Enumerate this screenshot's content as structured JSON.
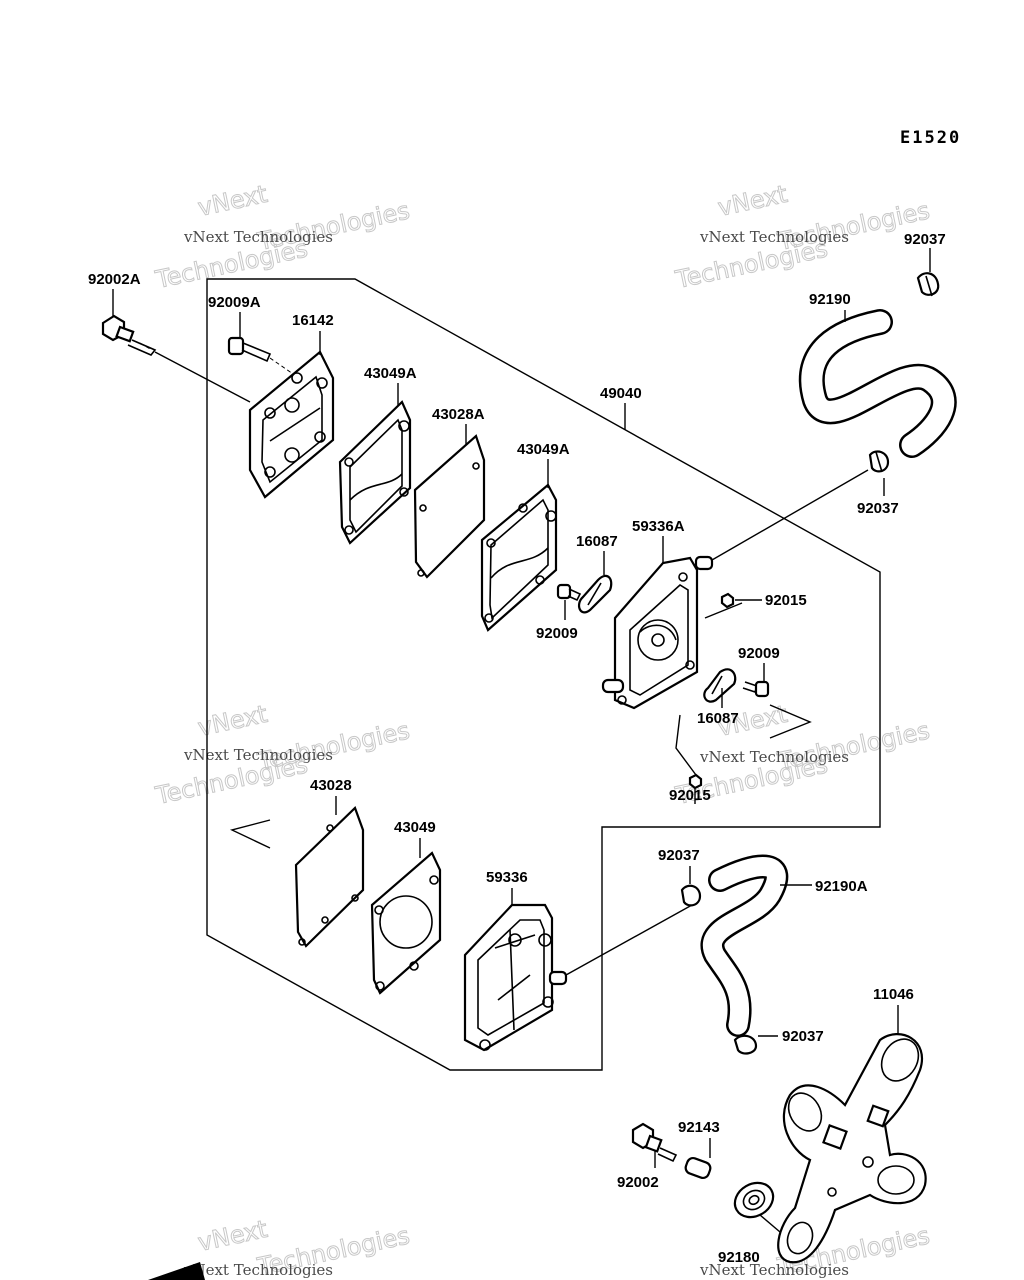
{
  "diagram_code": "E1520",
  "watermark": {
    "line1": "vNext Technologies",
    "word_a": "vNext",
    "word_b": "Technologies"
  },
  "parts": [
    {
      "id": "p1",
      "label": "92002A"
    },
    {
      "id": "p2",
      "label": "92009A"
    },
    {
      "id": "p3",
      "label": "16142"
    },
    {
      "id": "p4",
      "label": "43049A"
    },
    {
      "id": "p5",
      "label": "43028A"
    },
    {
      "id": "p6",
      "label": "49040"
    },
    {
      "id": "p7",
      "label": "43049A"
    },
    {
      "id": "p8",
      "label": "16087"
    },
    {
      "id": "p9",
      "label": "59336A"
    },
    {
      "id": "p10",
      "label": "92009"
    },
    {
      "id": "p11",
      "label": "92015"
    },
    {
      "id": "p12",
      "label": "92009"
    },
    {
      "id": "p13",
      "label": "16087"
    },
    {
      "id": "p14",
      "label": "92015"
    },
    {
      "id": "p15",
      "label": "92037"
    },
    {
      "id": "p16",
      "label": "92190"
    },
    {
      "id": "p17",
      "label": "92037"
    },
    {
      "id": "p18",
      "label": "43028"
    },
    {
      "id": "p19",
      "label": "43049"
    },
    {
      "id": "p20",
      "label": "59336"
    },
    {
      "id": "p21",
      "label": "92037"
    },
    {
      "id": "p22",
      "label": "92190A"
    },
    {
      "id": "p23",
      "label": "11046"
    },
    {
      "id": "p24",
      "label": "92037"
    },
    {
      "id": "p25",
      "label": "92143"
    },
    {
      "id": "p26",
      "label": "92002"
    },
    {
      "id": "p27",
      "label": "92180"
    }
  ]
}
